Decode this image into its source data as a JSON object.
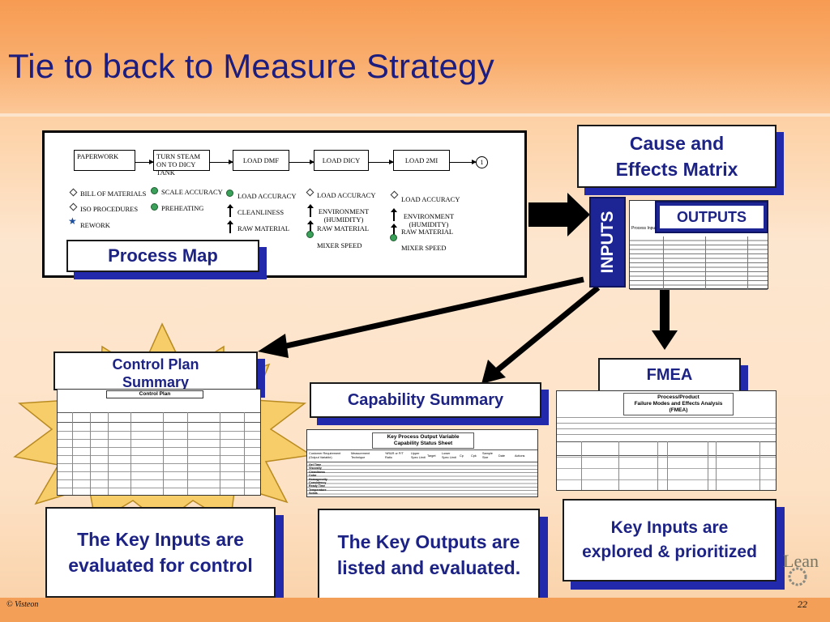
{
  "slide": {
    "title": "Tie to back to Measure Strategy",
    "footer_left": "© Visteon",
    "page_number": "22",
    "logo_text": "Lean"
  },
  "process_map": {
    "label": "Process Map",
    "steps": [
      "PAPERWORK",
      "TURN STEAM ON TO DICY TANK",
      "LOAD DMF",
      "LOAD DICY",
      "LOAD 2MI"
    ],
    "end_marker": "1",
    "col1_items": [
      "BILL OF MATERIALS",
      "ISO PROCEDURES",
      "REWORK"
    ],
    "col2_items": [
      "SCALE ACCURACY",
      "PREHEATING"
    ],
    "col3_items": [
      "LOAD ACCURACY",
      "CLEANLINESS",
      "RAW MATERIAL"
    ],
    "col4_items": [
      "LOAD ACCURACY",
      "ENVIRONMENT (HUMIDITY)",
      "RAW MATERIAL",
      "MIXER SPEED"
    ],
    "col5_items": [
      "LOAD ACCURACY",
      "ENVIRONMENT (HUMIDITY)",
      "RAW MATERIAL",
      "MIXER SPEED"
    ]
  },
  "ce_matrix": {
    "label_line1": "Cause and",
    "label_line2": "Effects Matrix",
    "inputs_label": "INPUTS",
    "outputs_label": "OUTPUTS",
    "header_text": "Process Input"
  },
  "control_plan": {
    "label_line1": "Control Plan",
    "label_line2": "Summary",
    "doc_title": "Control Plan",
    "caption": "The Key Inputs are evaluated for control"
  },
  "capability": {
    "label": "Capability Summary",
    "doc_title_line1": "Key Process Output Variable",
    "doc_title_line2": "Capability Status Sheet",
    "columns": [
      "Customer Requirement (Output Variable)",
      "Measurement Technique",
      "%R&R or P/T Ratio",
      "Upper Spec Limit",
      "Target",
      "Lower Spec Limit",
      "Cp",
      "Cpk",
      "Sample Size",
      "Date",
      "Actions"
    ],
    "rows": [
      "Gel Time",
      "Viscosity",
      "Cleanliness",
      "Color",
      "Homogeneity",
      "Consistency",
      "Ready Time",
      "Temperature",
      "Solids"
    ],
    "caption": "The Key Outputs are listed and evaluated."
  },
  "fmea": {
    "label": "FMEA",
    "doc_title_line1": "Process/Product",
    "doc_title_line2": "Failure Modes and Effects Analysis",
    "doc_title_line3": "(FMEA)",
    "caption": "Key Inputs are explored & prioritized"
  },
  "colors": {
    "title": "#1c1d7e",
    "accent_blue": "#1c2593",
    "shadow_blue": "#2229aa",
    "header_orange": "#f79b52"
  }
}
